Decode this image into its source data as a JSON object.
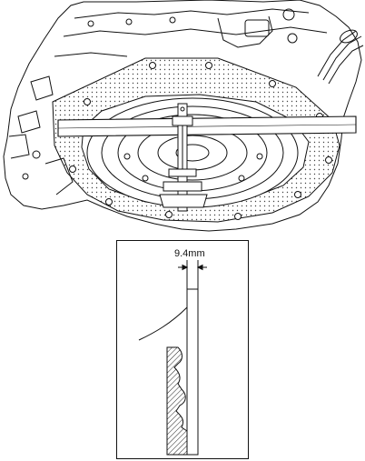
{
  "diagram": {
    "detail": {
      "dimension_label": "9.4mm",
      "dimension_value": 9.4,
      "dimension_unit": "mm"
    }
  }
}
